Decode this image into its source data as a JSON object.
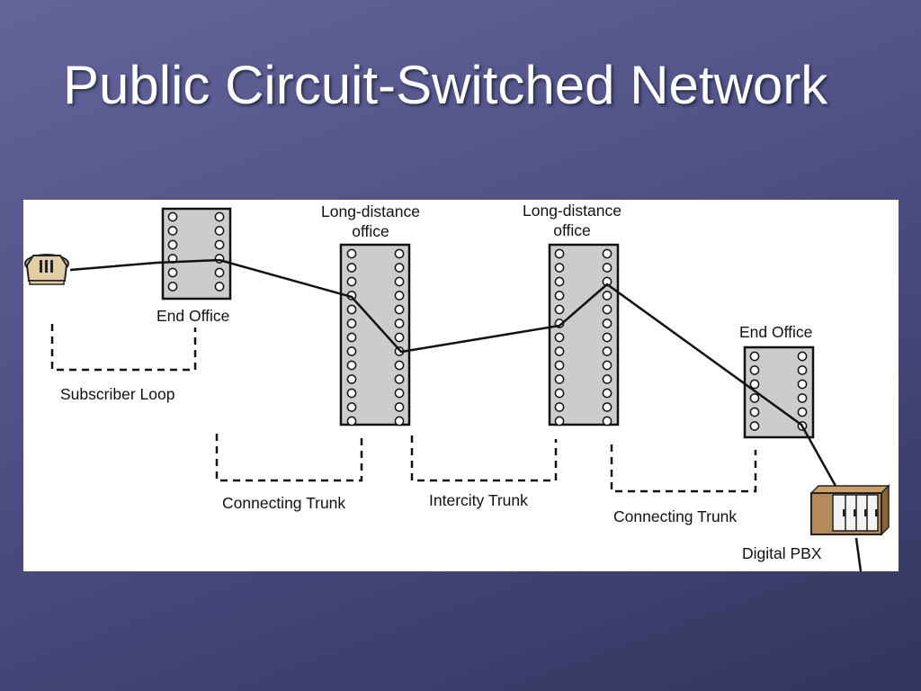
{
  "slide": {
    "title": "Public Circuit-Switched Network"
  },
  "diagram": {
    "labels": {
      "end_office_left": "End Office",
      "long_distance_office_left": "Long-distance\noffice",
      "long_distance_office_right": "Long-distance\noffice",
      "end_office_right": "End Office",
      "subscriber_loop": "Subscriber Loop",
      "connecting_trunk_left": "Connecting Trunk",
      "intercity_trunk": "Intercity Trunk",
      "connecting_trunk_right": "Connecting Trunk",
      "digital_pbx": "Digital PBX"
    },
    "icons": {
      "telephone": "telephone-icon",
      "pbx": "digital-pbx-icon"
    },
    "colors": {
      "switch_fill": "#cccccc",
      "line": "#111111",
      "phone_fill": "#e3cda4",
      "pbx_fill": "#b38a58"
    }
  }
}
